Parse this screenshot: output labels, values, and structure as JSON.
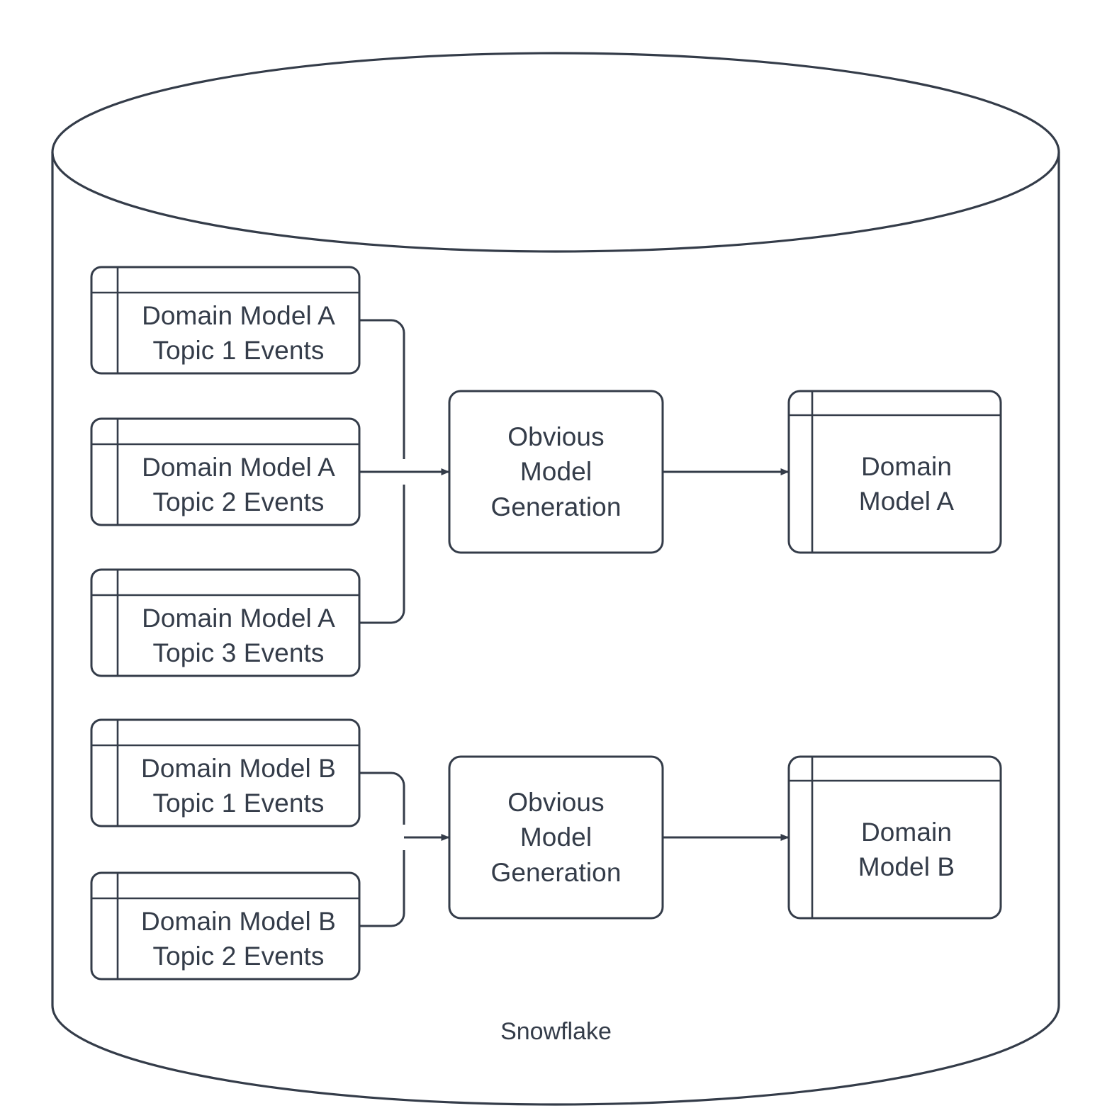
{
  "diagram": {
    "title": "Snowflake",
    "container": {
      "name": "Snowflake",
      "shape": "cylinder",
      "label": "Snowflake"
    },
    "colors": {
      "stroke": "#343c49",
      "text": "#343c49",
      "fill": "#ffffff",
      "background": "#ffffff"
    },
    "sources": [
      {
        "id": "a1",
        "line1": "Domain Model A",
        "line2": "Topic 1 Events"
      },
      {
        "id": "a2",
        "line1": "Domain Model A",
        "line2": "Topic 2 Events"
      },
      {
        "id": "a3",
        "line1": "Domain Model A",
        "line2": "Topic 3 Events"
      },
      {
        "id": "b1",
        "line1": "Domain Model B",
        "line2": "Topic 1 Events"
      },
      {
        "id": "b2",
        "line1": "Domain Model B",
        "line2": "Topic 2 Events"
      }
    ],
    "processes": [
      {
        "id": "omgA",
        "line1": "Obvious",
        "line2": "Model",
        "line3": "Generation"
      },
      {
        "id": "omgB",
        "line1": "Obvious",
        "line2": "Model",
        "line3": "Generation"
      }
    ],
    "outputs": [
      {
        "id": "dmA",
        "line1": "Domain",
        "line2": "Model A"
      },
      {
        "id": "dmB",
        "line1": "Domain",
        "line2": "Model B"
      }
    ]
  }
}
